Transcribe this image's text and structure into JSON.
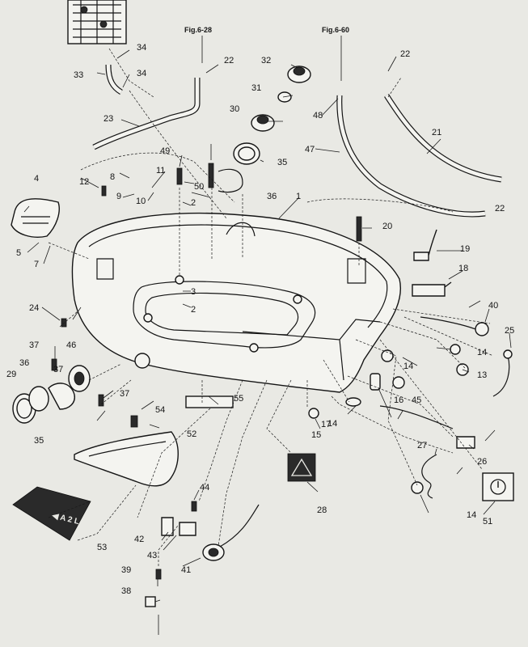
{
  "figure_refs": [
    "Fig.6-28",
    "Fig.6-60"
  ],
  "callouts": [
    "1",
    "2",
    "2",
    "3",
    "4",
    "5",
    "7",
    "8",
    "9",
    "10",
    "11",
    "12",
    "13",
    "14",
    "14",
    "14",
    "14",
    "15",
    "16",
    "17",
    "18",
    "19",
    "20",
    "21",
    "22",
    "22",
    "22",
    "23",
    "24",
    "25",
    "26",
    "27",
    "28",
    "29",
    "30",
    "31",
    "32",
    "33",
    "34",
    "34",
    "35",
    "35",
    "36",
    "36",
    "37",
    "37",
    "37",
    "38",
    "39",
    "40",
    "41",
    "42",
    "43",
    "44",
    "45",
    "46",
    "47",
    "48",
    "49",
    "50",
    "51",
    "52",
    "53",
    "54",
    "55"
  ],
  "plate_53_text": "◀ A 2 L ▶"
}
